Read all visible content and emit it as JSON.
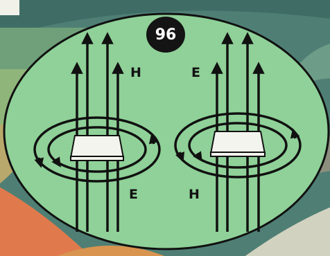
{
  "figure": {
    "number": "96",
    "colors": {
      "ellipse_fill": "#8fd198",
      "line": "#111111",
      "block": "#f4f4ee",
      "badge": "#141414",
      "background_stripes": [
        "#4f7f74",
        "#5f9a7a",
        "#7fb07d",
        "#b9a86b",
        "#d9944f",
        "#e8794a",
        "#d2d2c0"
      ]
    },
    "left": {
      "top_label": "H",
      "bottom_label": "E"
    },
    "right": {
      "top_label": "E",
      "bottom_label": "H"
    }
  }
}
